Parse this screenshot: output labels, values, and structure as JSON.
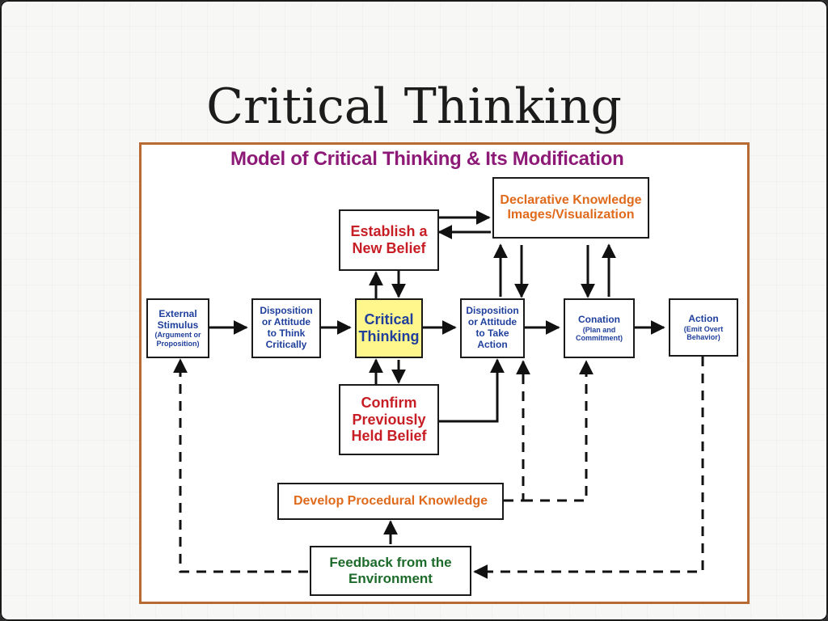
{
  "slide": {
    "title": "Critical Thinking"
  },
  "diagram": {
    "title": "Model of Critical Thinking & Its Modification",
    "boxes": {
      "external_stimulus": {
        "line1": "External",
        "line2": "Stimulus",
        "sub1": "(Argument or",
        "sub2": "Proposition)"
      },
      "disposition_think": {
        "line1": "Disposition",
        "line2": "or Attitude",
        "line3": "to Think",
        "line4": "Critically"
      },
      "critical_thinking": {
        "line1": "Critical",
        "line2": "Thinking"
      },
      "disposition_action": {
        "line1": "Disposition",
        "line2": "or Attitude",
        "line3": "to Take",
        "line4": "Action"
      },
      "conation": {
        "line1": "Conation",
        "sub1": "(Plan and",
        "sub2": "Commitment)"
      },
      "action": {
        "line1": "Action",
        "sub1": "(Emit Overt",
        "sub2": "Behavior)"
      },
      "establish_belief": {
        "line1": "Establish a",
        "line2": "New Belief"
      },
      "confirm_belief": {
        "line1": "Confirm",
        "line2": "Previously",
        "line3": "Held Belief"
      },
      "declarative_knowledge": {
        "line1": "Declarative Knowledge",
        "line2": "Images/Visualization"
      },
      "procedural_knowledge": {
        "line1": "Develop Procedural Knowledge"
      },
      "feedback": {
        "line1": "Feedback from the",
        "line2": "Environment"
      }
    }
  },
  "colors": {
    "frame": "#b86a33",
    "title": "#8e1a78",
    "blue_text": "#1f3f9c",
    "red_text": "#c71e25",
    "orange_text": "#e06a1c",
    "green_text": "#1d6b2a",
    "highlight": "#fff68c"
  }
}
